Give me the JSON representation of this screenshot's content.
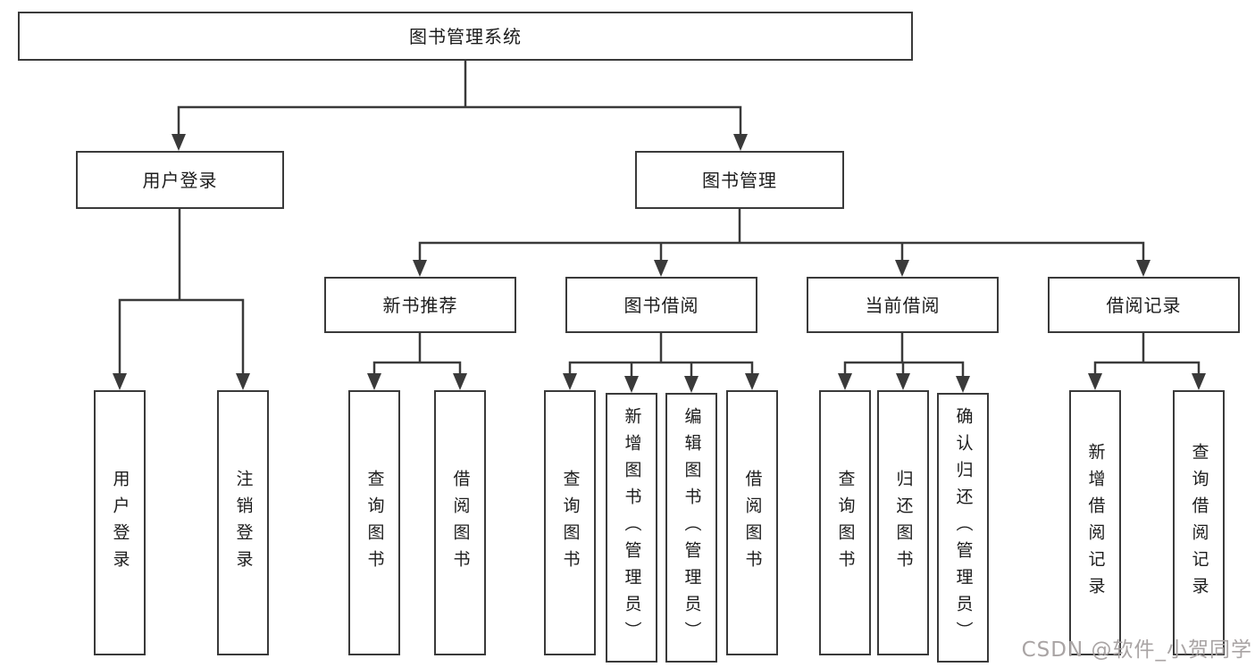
{
  "palette": {
    "line": "#3a3a3a",
    "box_border": "#3a3a3a",
    "box_fill": "#ffffff",
    "text": "#1c1c1c",
    "watermark": "#a9a4a4"
  },
  "diagram": {
    "type": "hierarchy-tree",
    "tree": {
      "label": "图书管理系统",
      "children": [
        {
          "label": "用户登录",
          "children": [
            {
              "label": "用户登录"
            },
            {
              "label": "注销登录"
            }
          ]
        },
        {
          "label": "图书管理",
          "children": [
            {
              "label": "新书推荐",
              "children": [
                {
                  "label": "查询图书"
                },
                {
                  "label": "借阅图书"
                }
              ]
            },
            {
              "label": "图书借阅",
              "children": [
                {
                  "label": "查询图书"
                },
                {
                  "label": "新增图书（管理员）"
                },
                {
                  "label": "编辑图书（管理员）"
                },
                {
                  "label": "借阅图书"
                }
              ]
            },
            {
              "label": "当前借阅",
              "children": [
                {
                  "label": "查询图书"
                },
                {
                  "label": "归还图书"
                },
                {
                  "label": "确认归还（管理员）"
                }
              ]
            },
            {
              "label": "借阅记录",
              "children": [
                {
                  "label": "新增借阅记录"
                },
                {
                  "label": "查询借阅记录"
                }
              ]
            }
          ]
        }
      ]
    }
  },
  "watermark": {
    "text": "CSDN @软件_小贺同学"
  }
}
